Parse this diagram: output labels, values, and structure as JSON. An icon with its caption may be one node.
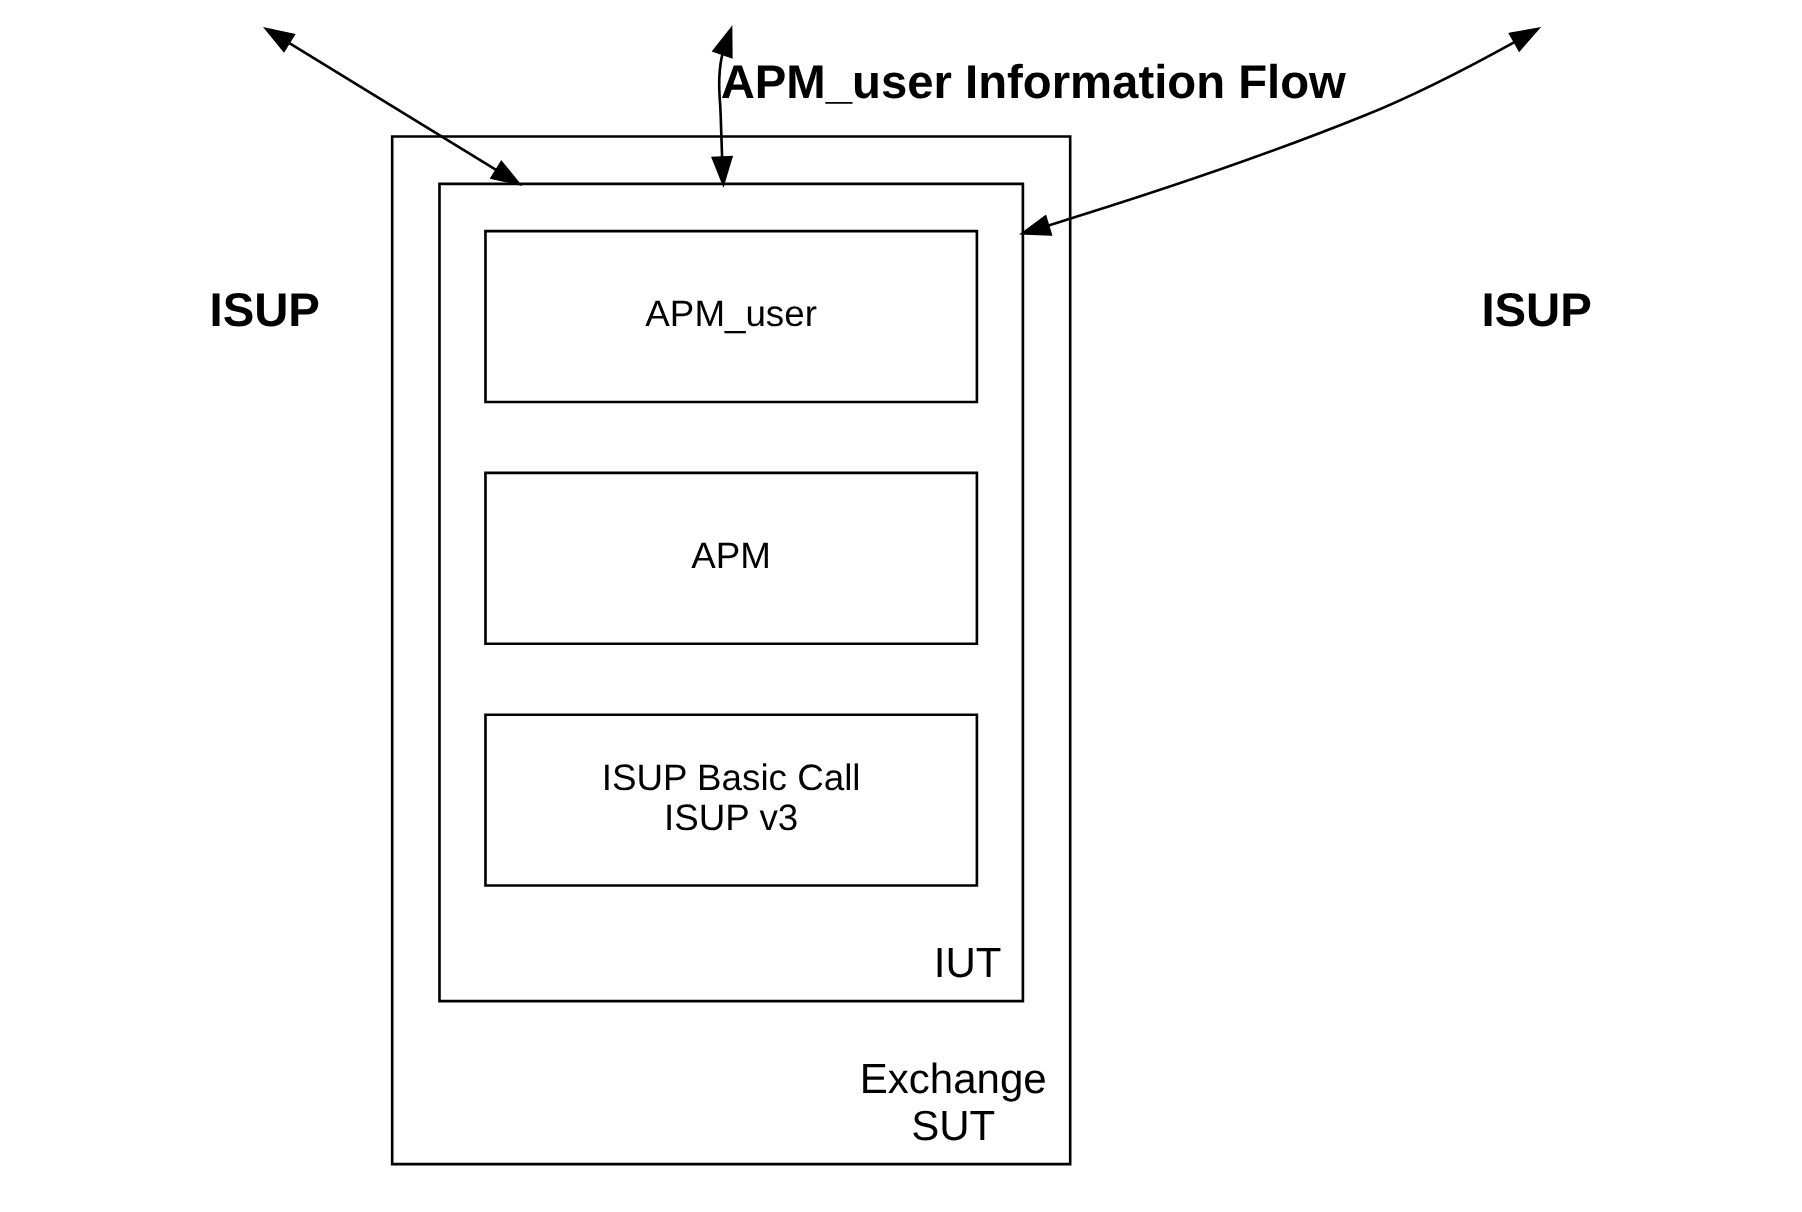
{
  "diagram": {
    "nodes": [
      {
        "text": [
          "Exchange",
          "SUT"
        ]
      },
      {
        "text": [
          "IUT"
        ],
        "in": 0
      },
      {
        "text": [
          "APM_user"
        ],
        "in": 1
      },
      {
        "text": [
          "APM"
        ],
        "in": 1
      },
      {
        "text": [
          "ISUP Basic Call",
          "ISUP v3"
        ],
        "in": 1
      }
    ],
    "edges": [
      {
        "from": null,
        "to": 1,
        "arrow": "both",
        "label": "APM_user Information Flow"
      },
      {
        "from": null,
        "to": 1,
        "arrow": "both"
      },
      {
        "from": 1,
        "to": null,
        "arrow": "both"
      }
    ],
    "labels": [
      "ISUP",
      "ISUP"
    ]
  }
}
